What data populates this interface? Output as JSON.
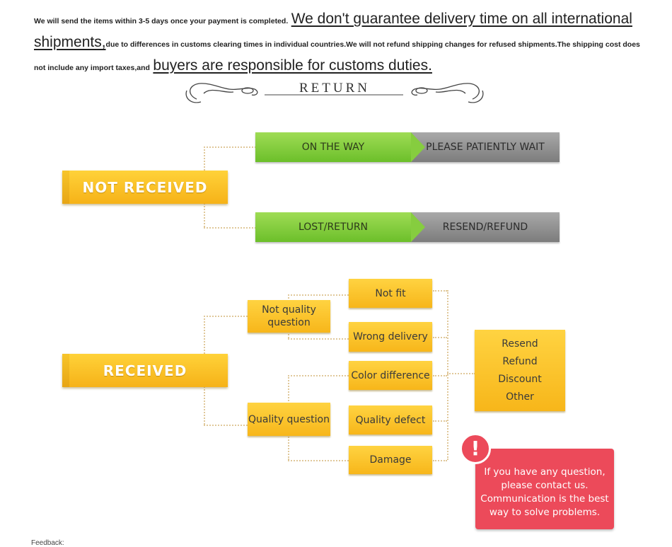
{
  "notice": {
    "part1": "We will send the items within 3-5 days once your payment is completed.",
    "part2": "We don't guarantee delivery time on all international shipments,",
    "part3": "due to differences in customs clearing times in individual countries.We will not refund shipping changes for refused shipments.The shipping cost does not include any import taxes,and",
    "part4": "buyers are responsible for customs duties."
  },
  "header": {
    "title": "RETURN"
  },
  "not_received": {
    "label": "NOT RECEIVED",
    "rows": [
      {
        "status": "ON THE WAY",
        "action": "PLEASE PATIENTLY WAIT"
      },
      {
        "status": "LOST/RETURN",
        "action": "RESEND/REFUND"
      }
    ]
  },
  "received": {
    "label": "RECEIVED",
    "categories": {
      "not_quality": "Not quality question",
      "quality": "Quality question"
    },
    "issues": [
      "Not fit",
      "Wrong delivery",
      "Color difference",
      "Quality defect",
      "Damage"
    ],
    "solutions": [
      "Resend",
      "Refund",
      "Discount",
      "Other"
    ]
  },
  "contact": {
    "icon": "exclamation-icon",
    "message": "If you have any question, please contact us. Communication is the best way to solve problems."
  },
  "footer": {
    "text": "Feedback:"
  },
  "colors": {
    "accent_yellow": "#f7b61a",
    "green": "#7ccd35",
    "gray": "#8c8c8c",
    "alert_red": "#ec4a5a"
  }
}
